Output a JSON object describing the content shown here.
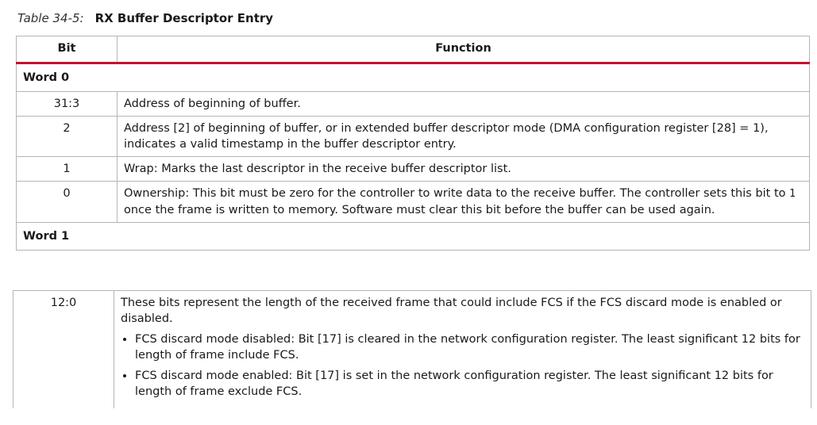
{
  "caption": {
    "number": "Table 34-5:",
    "title": "RX Buffer Descriptor Entry"
  },
  "headers": {
    "bit": "Bit",
    "function": "Function"
  },
  "word0": {
    "label": "Word 0",
    "rows": [
      {
        "bit": "31:3",
        "function": "Address of beginning of buffer."
      },
      {
        "bit": "2",
        "function": "Address [2] of beginning of buffer, or in extended buffer descriptor mode (DMA configuration register [28] = 1), indicates a valid timestamp in the buffer descriptor entry."
      },
      {
        "bit": "1",
        "function": "Wrap: Marks the last descriptor in the receive buffer descriptor list."
      },
      {
        "bit": "0",
        "function_pre": "Ownership: This bit must be zero for the controller to write data to the receive buffer. The controller sets this bit to ",
        "function_code": "1",
        "function_post": " once the frame is written to memory. Software must clear this bit before the buffer can be used again."
      }
    ]
  },
  "word1": {
    "label": "Word 1",
    "rows": [
      {
        "bit": "12:0",
        "function": "These bits represent the length of the received frame that could include FCS if the FCS discard mode is enabled or disabled.",
        "bullets": [
          "FCS discard mode disabled: Bit [17] is cleared in the network configuration register. The least significant 12 bits for length of frame include FCS.",
          "FCS discard mode enabled: Bit [17] is set in the network configuration register. The least significant 12 bits for length of frame exclude FCS."
        ]
      }
    ]
  }
}
